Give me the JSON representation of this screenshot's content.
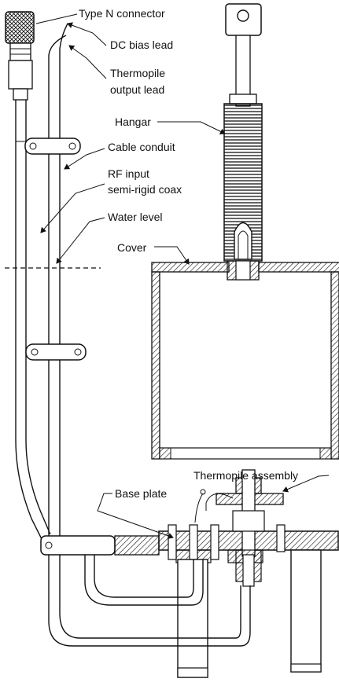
{
  "labels": {
    "type_n": "Type N connector",
    "dc_bias": "DC bias lead",
    "thermopile_output_1": "Thermopile",
    "thermopile_output_2": "output lead",
    "hangar": "Hangar",
    "cable_conduit": "Cable conduit",
    "rf_input_1": "RF input",
    "rf_input_2": "semi-rigid coax",
    "water_level": "Water level",
    "cover": "Cover",
    "thermopile_assembly": "Thermopile assembly",
    "base_plate": "Base plate"
  }
}
